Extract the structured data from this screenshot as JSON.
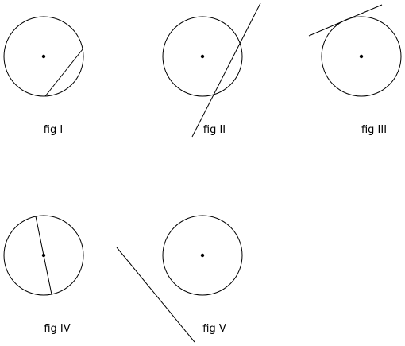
{
  "figures": [
    {
      "label": "fig I"
    },
    {
      "label": "fig II"
    },
    {
      "label": "fig III"
    },
    {
      "label": "fig IV"
    },
    {
      "label": "fig V"
    }
  ],
  "colors": {
    "stroke": "#000000",
    "background": "#ffffff"
  }
}
